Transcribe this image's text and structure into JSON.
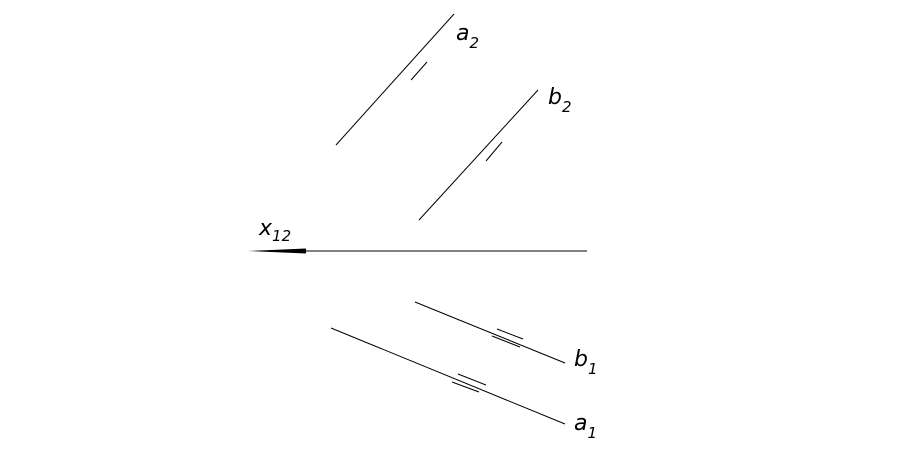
{
  "labels": {
    "a2": {
      "base": "a",
      "sub": "2"
    },
    "b2": {
      "base": "b",
      "sub": "2"
    },
    "b1": {
      "base": "b",
      "sub": "1"
    },
    "a1": {
      "base": "a",
      "sub": "1"
    },
    "axis": {
      "base": "x",
      "sub": "12"
    }
  },
  "colors": {
    "line": "#000000",
    "background": "#ffffff"
  }
}
